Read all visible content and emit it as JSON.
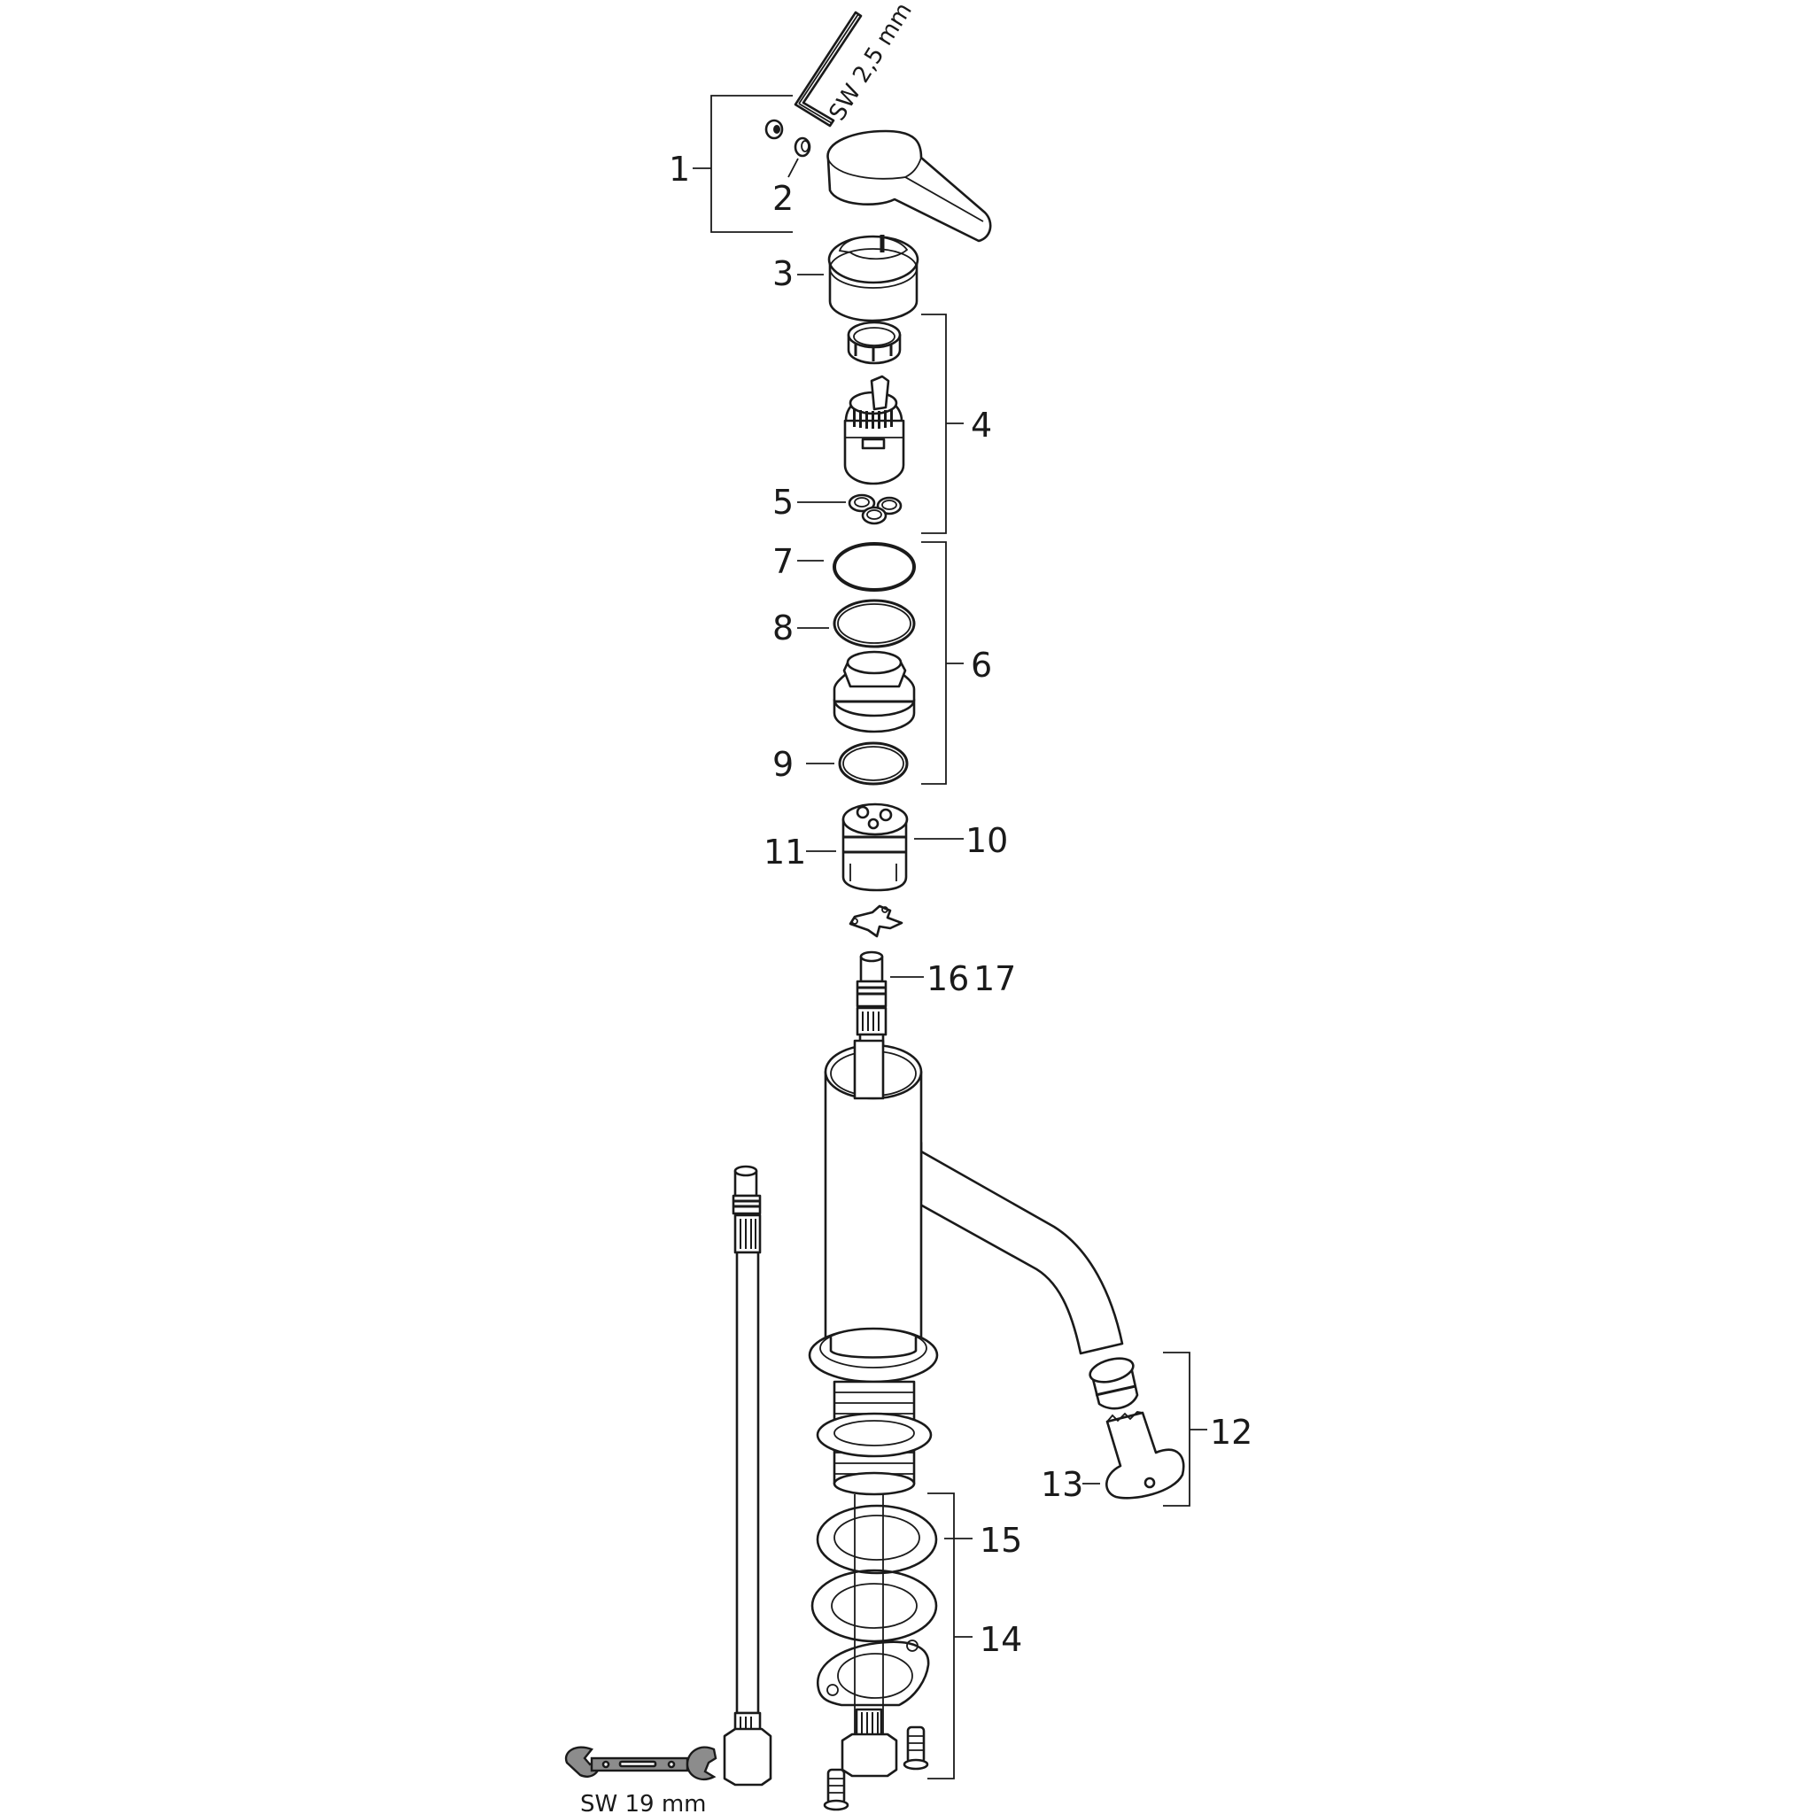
{
  "diagram": {
    "type": "exploded-parts-view",
    "subject": "single-lever basin mixer faucet",
    "colors": {
      "line": "#1a1a1a",
      "background": "#ffffff",
      "tool_fill": "#8c8c8c"
    },
    "labels": {
      "p1": "1",
      "p2": "2",
      "p3": "3",
      "p4": "4",
      "p5": "5",
      "p6": "6",
      "p7": "7",
      "p8": "8",
      "p9": "9",
      "p10": "10",
      "p11": "11",
      "p12": "12",
      "p13": "13",
      "p14": "14",
      "p15": "15",
      "p16": "16",
      "p17": "17"
    },
    "tools": {
      "allen_key": "SW 2,5 mm",
      "wrench": "SW 19 mm"
    },
    "parts": [
      {
        "id": "1",
        "group": "handle set (lever, set screws, allen key)"
      },
      {
        "id": "2",
        "group": "set screw"
      },
      {
        "id": "3",
        "group": "cover cap"
      },
      {
        "id": "4",
        "group": "cartridge set"
      },
      {
        "id": "5",
        "group": "cartridge seals"
      },
      {
        "id": "6",
        "group": "cartridge nut set"
      },
      {
        "id": "7",
        "group": "o-ring"
      },
      {
        "id": "8",
        "group": "o-ring"
      },
      {
        "id": "9",
        "group": "o-ring"
      },
      {
        "id": "10",
        "group": "diverter insert"
      },
      {
        "id": "11",
        "group": "seal"
      },
      {
        "id": "12",
        "group": "aerator set"
      },
      {
        "id": "13",
        "group": "aerator key"
      },
      {
        "id": "14",
        "group": "fixing set"
      },
      {
        "id": "15",
        "group": "washer"
      },
      {
        "id": "16",
        "group": "connection hose"
      },
      {
        "id": "17",
        "group": "connection hose"
      }
    ]
  }
}
